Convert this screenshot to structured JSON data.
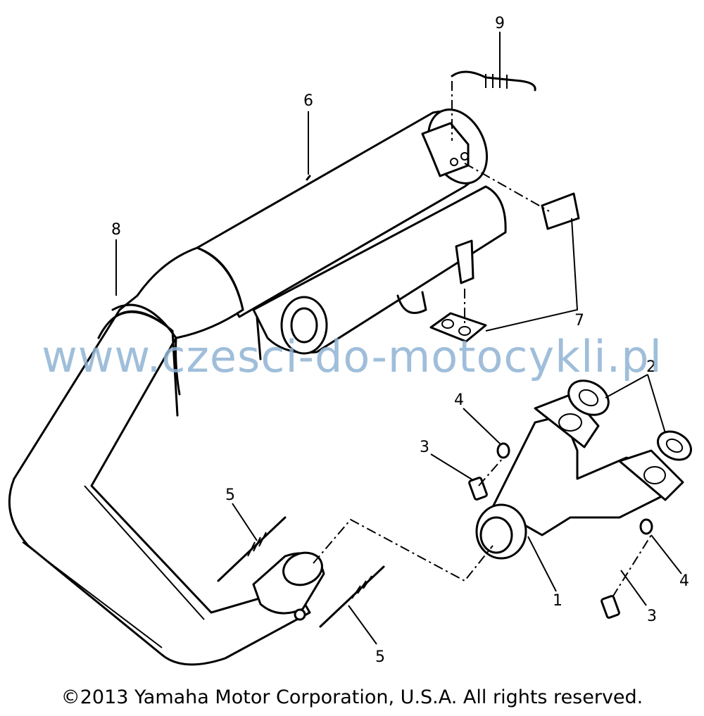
{
  "diagram": {
    "labels": {
      "p1": "1",
      "p2": "2",
      "p3a": "3",
      "p3b": "3",
      "p4a": "4",
      "p4b": "4",
      "p5a": "5",
      "p5b": "5",
      "p6": "6",
      "p7": "7",
      "p8": "8",
      "p9": "9"
    }
  },
  "watermark": "www.czesci-do-motocykli.pl",
  "copyright": "©2013 Yamaha Motor Corporation, U.S.A. All rights reserved.",
  "colors": {
    "line_art": "#000000",
    "watermark": "#8fb3d4",
    "background": "#ffffff"
  }
}
